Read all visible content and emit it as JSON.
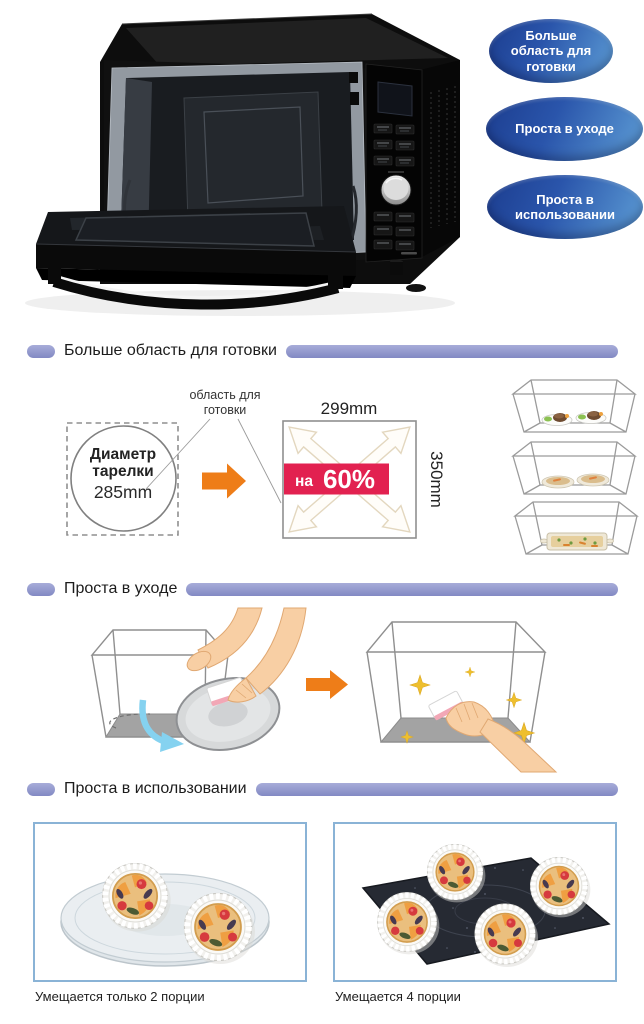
{
  "badges": [
    {
      "label": "Больше область для готовки"
    },
    {
      "label": "Проста в уходе"
    },
    {
      "label": "Проста в использовании"
    }
  ],
  "sections": [
    {
      "title": "Больше область для готовки"
    },
    {
      "title": "Проста в уходе"
    },
    {
      "title": "Проста в использовании"
    }
  ],
  "diagram": {
    "area_label_line1": "область для",
    "area_label_line2": "готовки",
    "plate_line1": "Диаметр",
    "plate_line2": "тарелки",
    "plate_value": "285mm",
    "width_label": "299mm",
    "height_label": "350mm",
    "badge_prefix": "на",
    "badge_value": "60%"
  },
  "usage": {
    "caption_left": "Умещается только 2 порции",
    "caption_right": "Умещается 4 порции"
  },
  "colors": {
    "header_periwinkle": "#8b92c8",
    "increase_badge_red": "#e22150",
    "arrow_orange": "#ee7d18",
    "feature_badge_blue_dark": "#1c3d8f",
    "feature_badge_blue_light": "#5e9ed6",
    "card_border_blue": "#8ab3d6",
    "sparkle_gold": "#eebf2e"
  }
}
